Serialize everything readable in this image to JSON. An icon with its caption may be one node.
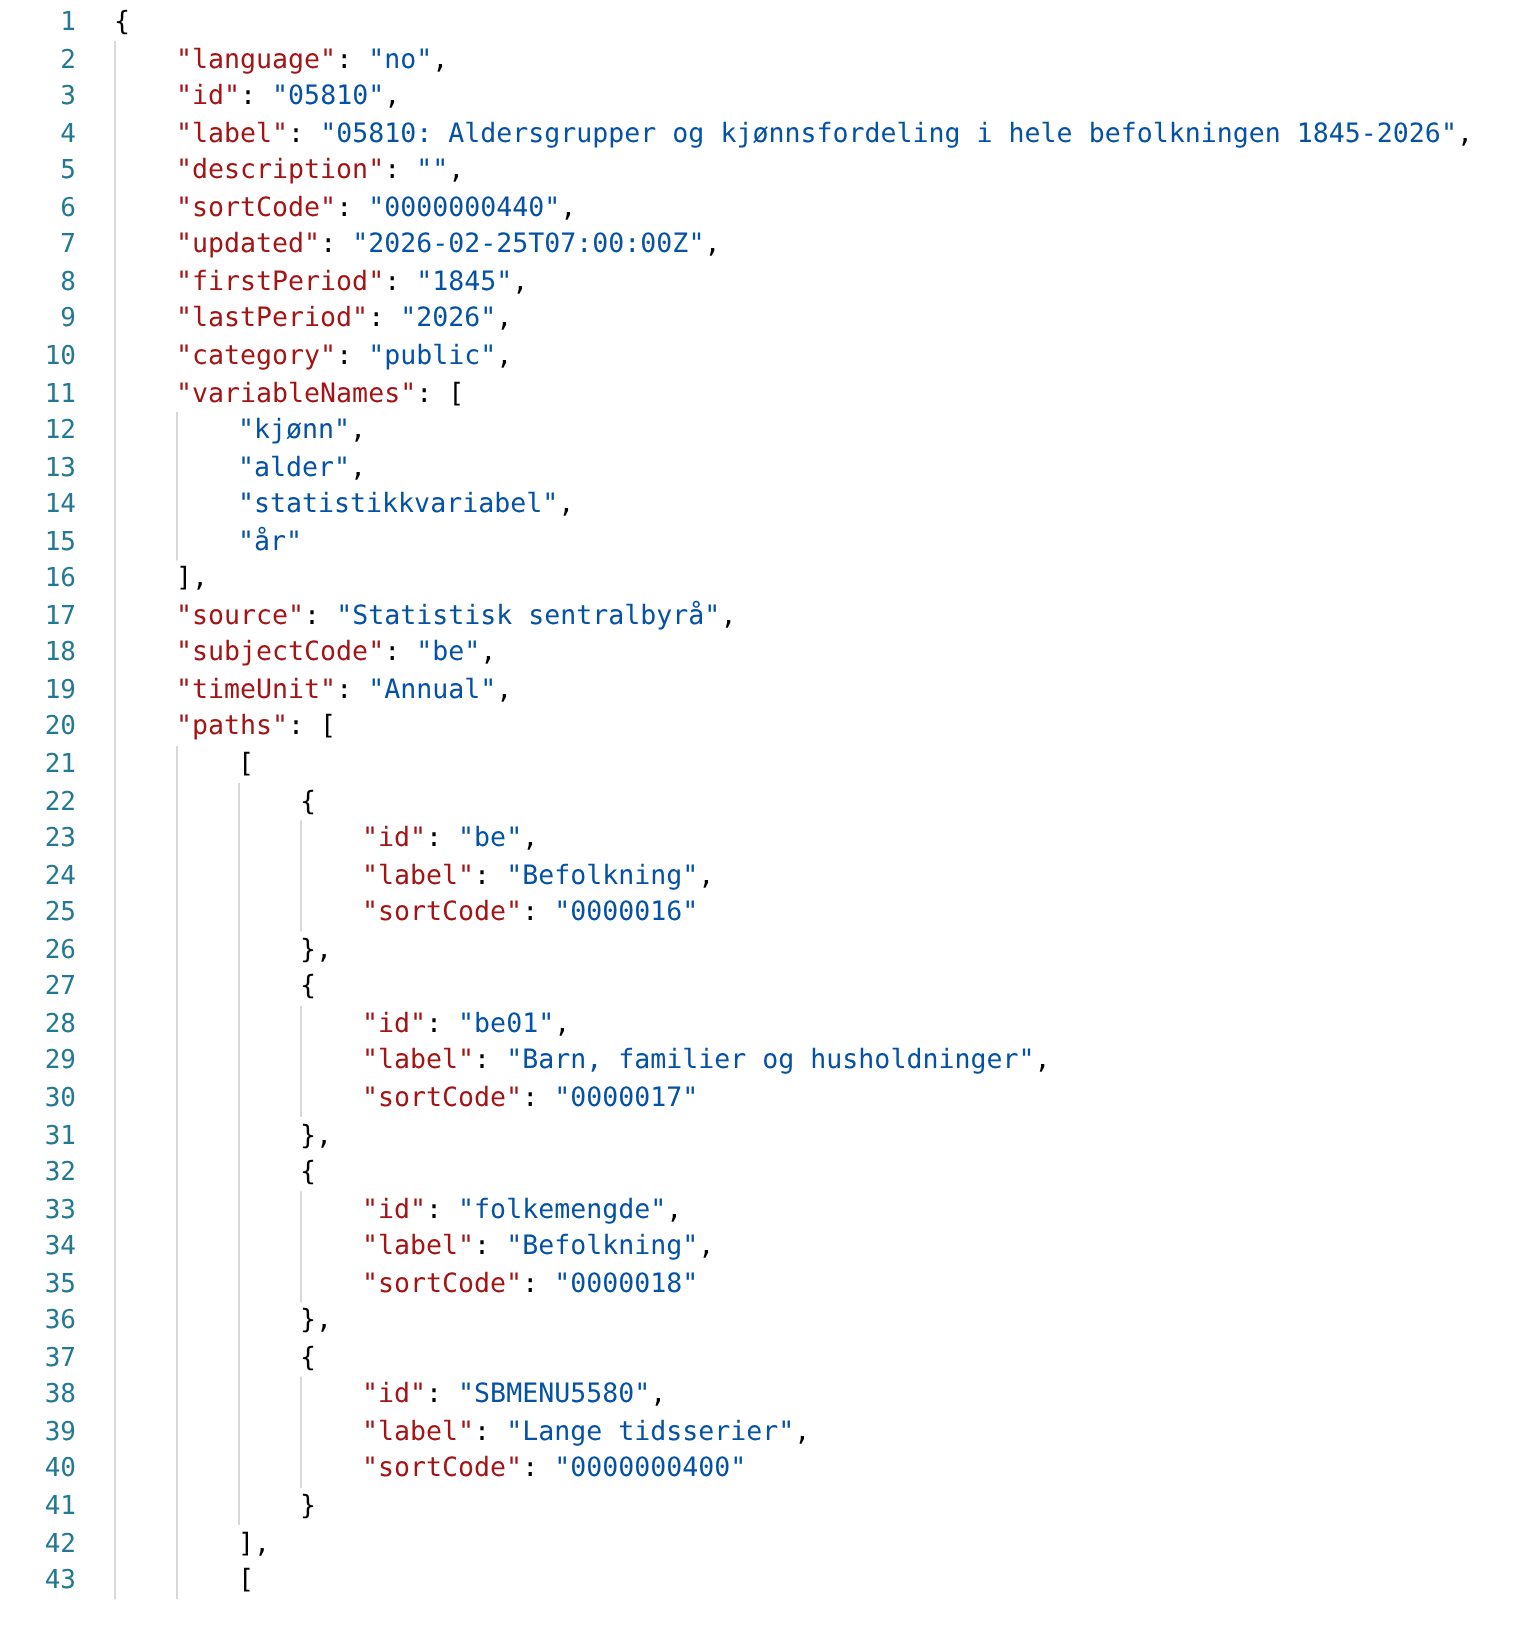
{
  "diagram": {
    "labels": [
      "1",
      "{",
      "2",
      "\"language\": \"no\",",
      "3",
      "\"id\": \"05810\",",
      "4",
      "\"label\": \"05810: Aldersgrupper og kjønnsfordeling i hele befolkningen 1845-2026\",",
      "5",
      "\"description\": \"\",",
      "6",
      "\"sortCode\": \"0000000440\",",
      "7",
      "\"updated\": \"2026-02-25T07:00:00Z\",",
      "8",
      "\"firstPeriod\": \"1845\",",
      "9",
      "\"lastPeriod\": \"2026\",",
      "10",
      "\"category\": \"public\",",
      "11",
      "\"variableNames\": [",
      "12",
      "\"kjønn\",",
      "13",
      "\"alder\",",
      "14",
      "\"statistikkvariabel\",",
      "15",
      "\"år\"",
      "16",
      "],",
      "17",
      "\"source\": \"Statistisk sentralbyrå\",",
      "18",
      "\"subjectCode\": \"be\",",
      "19",
      "\"timeUnit\": \"Annual\",",
      "20",
      "\"paths\": [",
      "21",
      "[",
      "22",
      "{",
      "23",
      "\"id\": \"be\",",
      "24",
      "\"label\": \"Befolkning\",",
      "25",
      "\"sortCode\": \"0000016\"",
      "26",
      "},",
      "27",
      "{",
      "28",
      "\"id\": \"be01\",",
      "29",
      "\"label\": \"Barn, familier og husholdninger\",",
      "30",
      "\"sortCode\": \"0000017\"",
      "31",
      "},",
      "32",
      "{",
      "33",
      "\"id\": \"folkemengde\",",
      "34",
      "\"label\": \"Befolkning\",",
      "35",
      "\"sortCode\": \"0000018\"",
      "36",
      "},",
      "37",
      "{",
      "38",
      "\"id\": \"SBMENU5580\",",
      "39",
      "\"label\": \"Lange tidsserier\",",
      "40",
      "\"sortCode\": \"0000000400\"",
      "41",
      "}",
      "42",
      "],",
      "43",
      "["
    ]
  }
}
